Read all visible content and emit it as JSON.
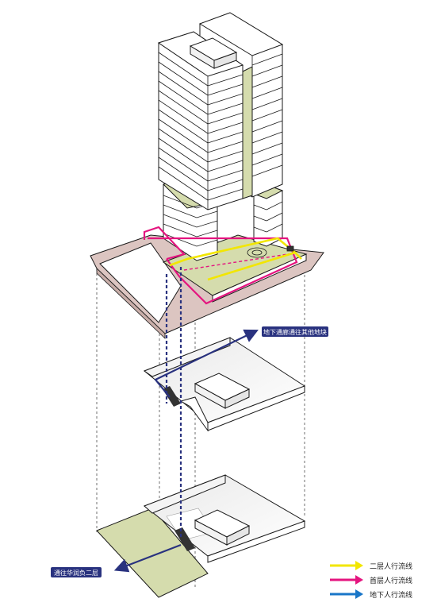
{
  "callouts": {
    "underground_corridor": "地下通廊通往其他地块",
    "to_basement_2": "通往华润负二层"
  },
  "legend": [
    {
      "label": "二层人行流线",
      "color": "#f2e600"
    },
    {
      "label": "首层人行流线",
      "color": "#e4157f"
    },
    {
      "label": "地下人行流线",
      "color": "#1976c8"
    }
  ],
  "colors": {
    "site_pink": "#dcc5c1",
    "green_roof": "#d5dcad",
    "route_blue": "#29327f",
    "building_white": "#ffffff",
    "outline": "#1a1a1a"
  }
}
